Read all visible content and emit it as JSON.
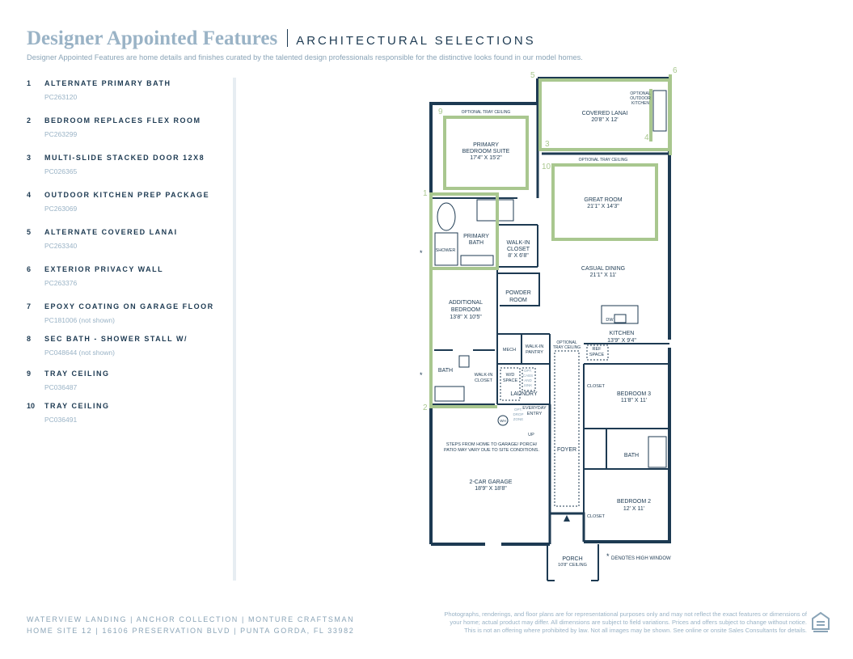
{
  "header": {
    "title": "Designer Appointed Features",
    "subtitle": "ARCHITECTURAL SELECTIONS",
    "description": "Designer Appointed Features are home details and finishes curated by the talented design professionals responsible for the distinctive looks found in our model homes."
  },
  "features": [
    {
      "num": "1",
      "name": "ALTERNATE PRIMARY BATH",
      "code": "PC263120"
    },
    {
      "num": "2",
      "name": "BEDROOM REPLACES FLEX ROOM",
      "code": "PC263299"
    },
    {
      "num": "3",
      "name": "MULTI-SLIDE STACKED DOOR 12X8",
      "code": "PC026365"
    },
    {
      "num": "4",
      "name": "OUTDOOR KITCHEN PREP PACKAGE",
      "code": "PC263069"
    },
    {
      "num": "5",
      "name": "ALTERNATE COVERED LANAI",
      "code": "PC263340"
    },
    {
      "num": "6",
      "name": "EXTERIOR PRIVACY WALL",
      "code": "PC263376"
    },
    {
      "num": "7",
      "name": "EPOXY COATING ON GARAGE FLOOR",
      "code": "PC181006 (not shown)"
    },
    {
      "num": "8",
      "name": "SEC BATH - SHOWER STALL W/",
      "code": "PC048644 (not shown)"
    },
    {
      "num": "9",
      "name": "TRAY CEILING",
      "code": "PC036487"
    },
    {
      "num": "10",
      "name": "TRAY CEILING",
      "code": "PC036491"
    }
  ],
  "plan": {
    "optional_tray_ceiling": "OPTIONAL TRAY CEILING",
    "optional_outdoor_kitchen": [
      "OPTIONAL",
      "OUTDOOR",
      "KITCHEN"
    ],
    "covered_lanai": {
      "name": "COVERED LANAI",
      "dims": "20'8\" X 12'"
    },
    "primary_bedroom": {
      "name1": "PRIMARY",
      "name2": "BEDROOM SUITE",
      "dims": "17'4\" X 15'2\""
    },
    "great_room": {
      "name": "GREAT ROOM",
      "dims": "21'1\" X 14'3\""
    },
    "primary_bath": {
      "name1": "PRIMARY",
      "name2": "BATH"
    },
    "shower": "SHOWER",
    "walk_in_closet": {
      "name1": "WALK-IN",
      "name2": "CLOSET",
      "dims": "8' X 6'8\""
    },
    "casual_dining": {
      "name": "CASUAL DINING",
      "dims": "21'1\" X 11'"
    },
    "powder_room": {
      "name1": "POWDER",
      "name2": "ROOM"
    },
    "additional_bedroom": {
      "name1": "ADDITIONAL",
      "name2": "BEDROOM",
      "dims": "13'8\" X 10'5\""
    },
    "dw": "DW",
    "kitchen": {
      "name": "KITCHEN",
      "dims": "13'9\" X 9'4\""
    },
    "mech": "MECH",
    "walk_in_pantry": {
      "name1": "WALK-IN",
      "name2": "PANTRY"
    },
    "ref_space": {
      "name1": "REF",
      "name2": "SPACE"
    },
    "optional_tray_ceiling_2": {
      "line1": "OPTIONAL",
      "line2": "TRAY CEILING"
    },
    "bath": "BATH",
    "walk_in_closet_2": {
      "name1": "WALK-IN",
      "name2": "CLOSET"
    },
    "wd_space": {
      "name1": "W/D",
      "name2": "SPACE"
    },
    "opt_cabs": [
      "OPT.",
      "CABS",
      "AND",
      "SINK"
    ],
    "laundry": "LAUNDRY",
    "closet": "CLOSET",
    "bedroom3": {
      "name": "BEDROOM 3",
      "dims": "11'8\" X 11'"
    },
    "everyday_entry": {
      "name1": "EVERYDAY",
      "name2": "ENTRY"
    },
    "opt_drop_zone": [
      "OPT.",
      "DROP",
      "ZONE"
    ],
    "wh": "WH",
    "up": "UP",
    "steps_note": [
      "STEPS FROM HOME TO GARAGE/ PORCH/",
      "PATIO MAY VARY DUE TO SITE CONDITIONS."
    ],
    "foyer": "FOYER",
    "bath2": "BATH",
    "garage": {
      "name": "2-CAR GARAGE",
      "dims": "18'9\" X 18'8\""
    },
    "bedroom2": {
      "name": "BEDROOM 2",
      "dims": "12' X 11'"
    },
    "closet2": "CLOSET",
    "porch": {
      "name": "PORCH",
      "dims": "10'8\" CEILING"
    },
    "high_window_note": "DENOTES HIGH WINDOW",
    "asterisk": "*",
    "callouts": [
      "1",
      "2",
      "3",
      "4",
      "5",
      "6",
      "9",
      "10"
    ]
  },
  "footer": {
    "line1": "WATERVIEW LANDING  |  ANCHOR COLLECTION  |  MONTURE CRAFTSMAN",
    "line2": "HOME SITE 12  |  16106 PRESERVATION BLVD  |  PUNTA GORDA, FL 33982",
    "disclaimer1": "Photographs, renderings, and floor plans are for representational purposes only and may not reflect the exact features or dimensions of",
    "disclaimer2": "your home; actual product may differ. All dimensions are subject to field variations. Prices and offers subject to change without notice.",
    "disclaimer3": "This is not an offering where prohibited by law. Not all images may be shown. See online or onsite Sales Consultants for details."
  },
  "colors": {
    "navy": "#1d3a52",
    "light_blue": "#9ab3c6",
    "highlight_green": "#a9c78f"
  },
  "icons": {
    "equal_housing": "equal-housing-icon"
  }
}
